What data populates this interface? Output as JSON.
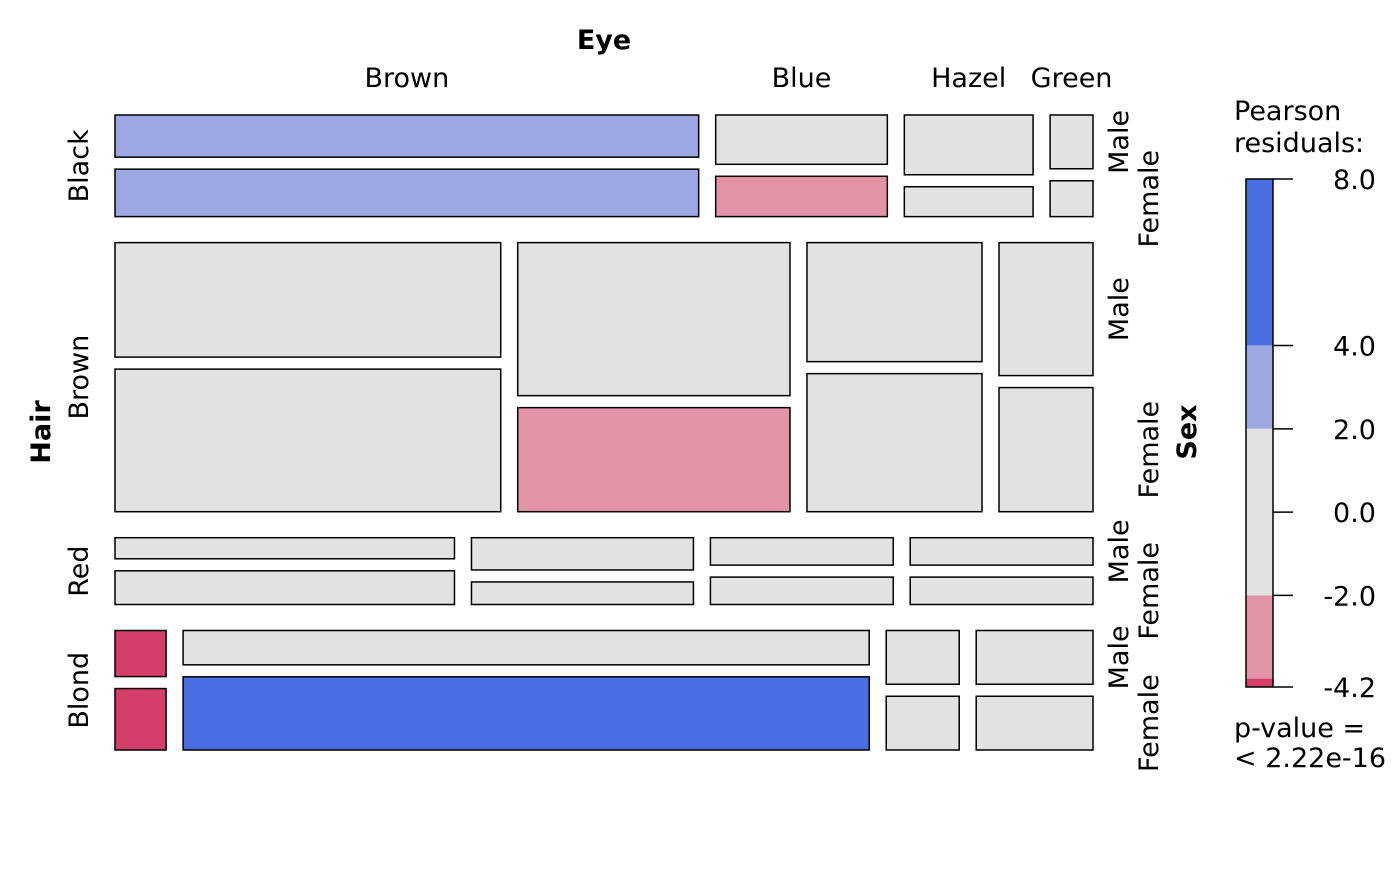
{
  "chart_data": {
    "type": "mosaic",
    "variables": {
      "row": "Hair",
      "col": "Eye",
      "sub": "Sex"
    },
    "row_title": "Hair",
    "col_title": "Eye",
    "sub_title": "Sex",
    "hair_levels": [
      "Black",
      "Brown",
      "Red",
      "Blond"
    ],
    "eye_levels": [
      "Brown",
      "Blue",
      "Hazel",
      "Green"
    ],
    "sex_levels": [
      "Male",
      "Female"
    ],
    "counts": {
      "Black": {
        "Brown": [
          32,
          36
        ],
        "Blue": [
          11,
          9
        ],
        "Hazel": [
          10,
          5
        ],
        "Green": [
          3,
          2
        ]
      },
      "Brown": {
        "Brown": [
          53,
          66
        ],
        "Blue": [
          50,
          34
        ],
        "Hazel": [
          25,
          29
        ],
        "Green": [
          15,
          14
        ]
      },
      "Red": {
        "Brown": [
          10,
          16
        ],
        "Blue": [
          10,
          7
        ],
        "Hazel": [
          7,
          7
        ],
        "Green": [
          7,
          7
        ]
      },
      "Blond": {
        "Brown": [
          3,
          4
        ],
        "Blue": [
          30,
          64
        ],
        "Hazel": [
          5,
          5
        ],
        "Green": [
          8,
          8
        ]
      }
    },
    "residual_band": {
      "Black": {
        "Brown": [
          "pos2",
          "pos2"
        ],
        "Blue": [
          "zero",
          "neg2"
        ],
        "Hazel": [
          "zero",
          "zero"
        ],
        "Green": [
          "zero",
          "zero"
        ]
      },
      "Brown": {
        "Brown": [
          "zero",
          "zero"
        ],
        "Blue": [
          "zero",
          "neg2"
        ],
        "Hazel": [
          "zero",
          "zero"
        ],
        "Green": [
          "zero",
          "zero"
        ]
      },
      "Red": {
        "Brown": [
          "zero",
          "zero"
        ],
        "Blue": [
          "zero",
          "zero"
        ],
        "Hazel": [
          "zero",
          "zero"
        ],
        "Green": [
          "zero",
          "zero"
        ]
      },
      "Blond": {
        "Brown": [
          "neg4",
          "neg4"
        ],
        "Blue": [
          "zero",
          "pos4"
        ],
        "Hazel": [
          "zero",
          "zero"
        ],
        "Green": [
          "zero",
          "zero"
        ]
      }
    },
    "colors": {
      "pos4": "#4a6fe3",
      "pos2": "#9da8e2",
      "zero": "#e2e2e2",
      "neg2": "#e294a6",
      "neg4": "#d33f6a"
    },
    "legend": {
      "title_line1": "Pearson",
      "title_line2": "residuals:",
      "range": [
        -4.2,
        8.0
      ],
      "bands": [
        {
          "from": 4,
          "to": 8,
          "band": "pos4"
        },
        {
          "from": 2,
          "to": 4,
          "band": "pos2"
        },
        {
          "from": -2,
          "to": 2,
          "band": "zero"
        },
        {
          "from": -4,
          "to": -2,
          "band": "neg2"
        },
        {
          "from": -4.2,
          "to": -4,
          "band": "neg4"
        }
      ],
      "ticks": [
        8.0,
        4.0,
        2.0,
        0.0,
        -2.0,
        -4.2
      ],
      "tick_labels": [
        "8.0",
        "4.0",
        "2.0",
        "0.0",
        "-2.0",
        "-4.2"
      ],
      "pvalue_line1": "p-value =",
      "pvalue_line2": "< 2.22e-16"
    }
  }
}
